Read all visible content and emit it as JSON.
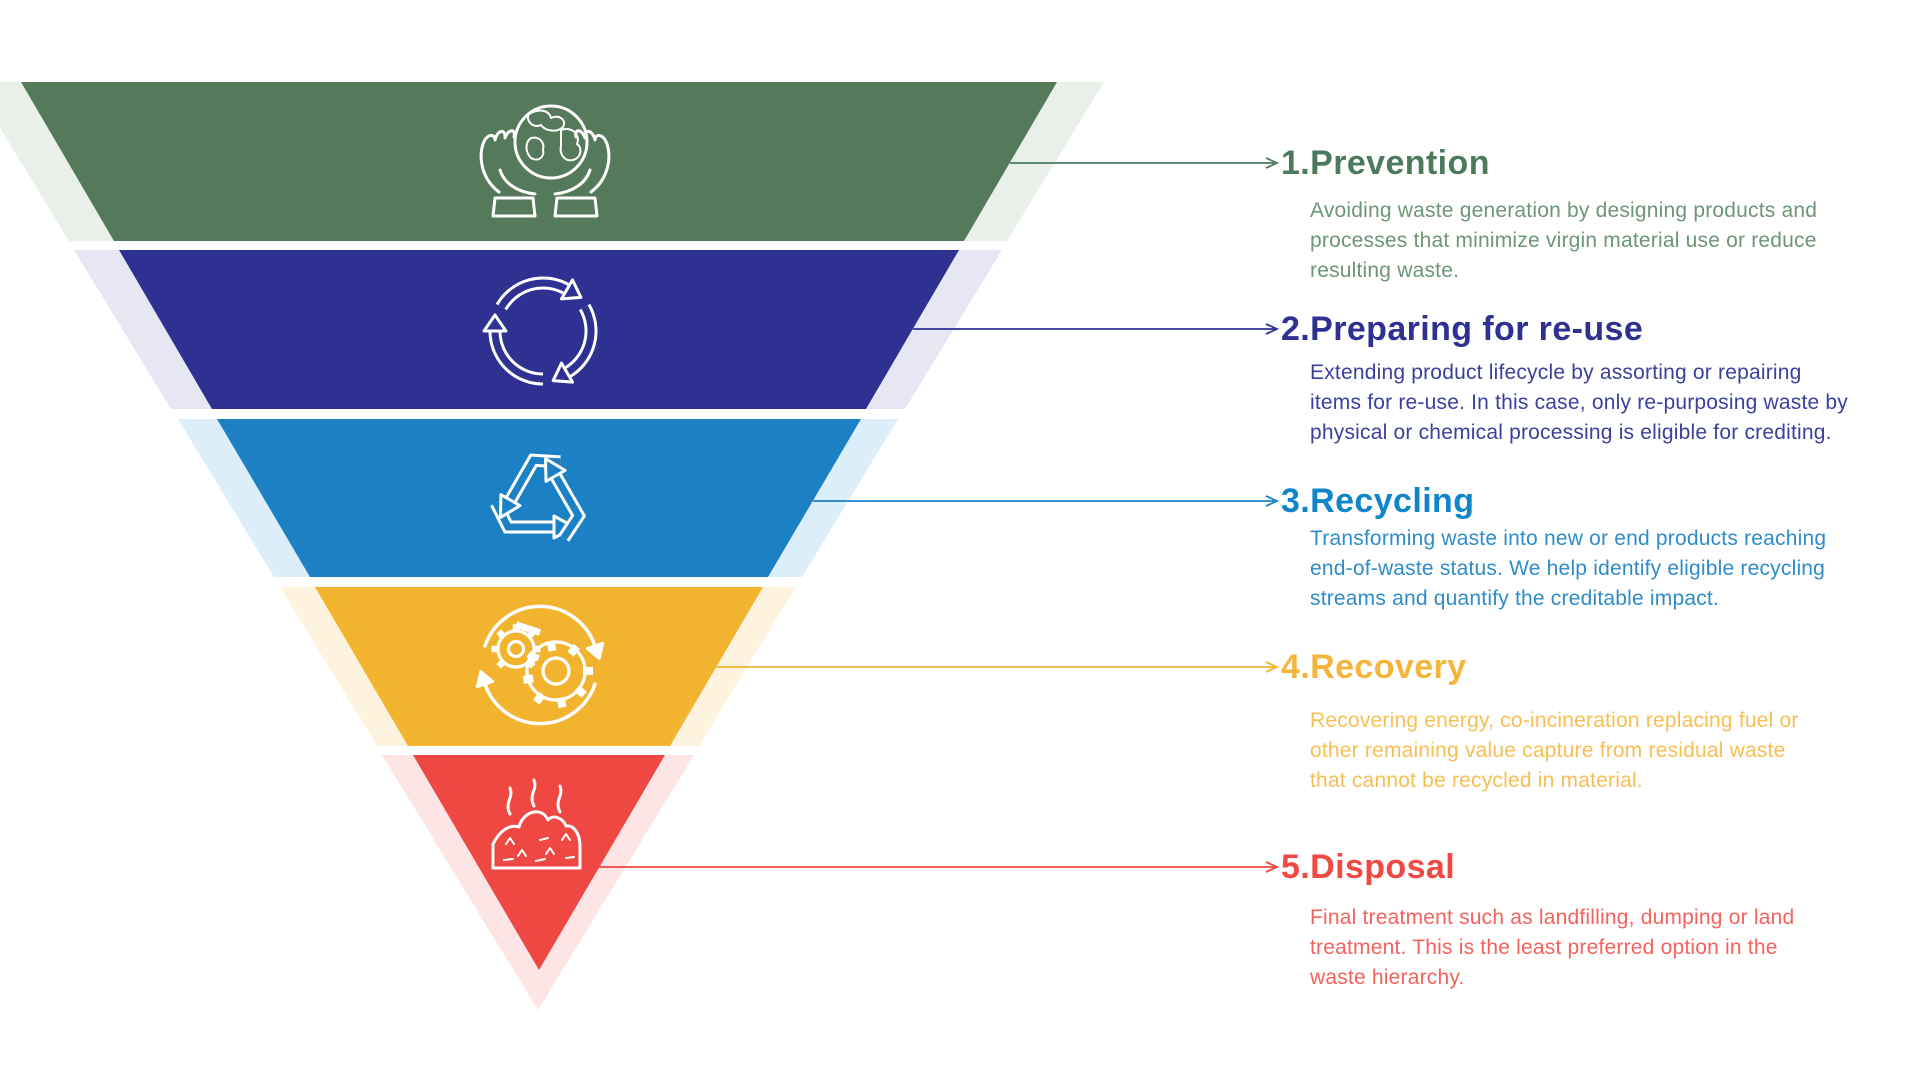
{
  "background": "#FFFFFF",
  "icon_color": "#FFFFFF",
  "layers": [
    {
      "rank": "1",
      "title": "1.Prevention",
      "description": "Avoiding waste generation by designing products and\nprocesses that minimize virgin material use or reduce\nresulting waste.",
      "icon": "hands-holding-globe-icon",
      "color": "#54795B",
      "ghost_color": "#E9EFE9",
      "line_color": "#4C7A5E",
      "title_color": "#4C7A5E",
      "text_color": "#6D9579"
    },
    {
      "rank": "2",
      "title": "2.Preparing for re-use",
      "description": "Extending product lifecycle by assorting or repairing\nitems for re-use. In this case, only re-purposing waste by\nphysical or chemical processing is eligible for crediting.",
      "icon": "cycle-arrows-icon",
      "color": "#2E3192",
      "ghost_color": "#E7E7F4",
      "line_color": "#2E3192",
      "title_color": "#2E3192",
      "text_color": "#3C3F9E"
    },
    {
      "rank": "3",
      "title": "3.Recycling",
      "description": "Transforming waste into new or end products reaching\nend-of-waste status. We help identify eligible recycling\nstreams and quantify the creditable impact.",
      "icon": "recycling-triangle-icon",
      "color": "#1C81C4",
      "ghost_color": "#DCEEF9",
      "line_color": "#1C81C4",
      "title_color": "#0F86C9",
      "text_color": "#2E8CC9"
    },
    {
      "rank": "4",
      "title": "4.Recovery",
      "description": "Recovering energy, co-incineration replacing fuel or\nother remaining value capture from residual waste\nthat cannot be recycled in material.",
      "icon": "gears-cycle-icon",
      "color": "#F2B42F",
      "ghost_color": "#FDF3DE",
      "line_color": "#F2B42F",
      "title_color": "#F5B53C",
      "text_color": "#F8BE52"
    },
    {
      "rank": "5",
      "title": "5.Disposal",
      "description": "Final treatment such as landfilling, dumping or land\ntreatment. This is the least preferred option in the\nwaste hierarchy.",
      "icon": "landfill-smoke-icon",
      "color": "#EF4742",
      "ghost_color": "#FDE5E5",
      "line_color": "#EF4742",
      "title_color": "#F04843",
      "text_color": "#F4625C"
    }
  ]
}
